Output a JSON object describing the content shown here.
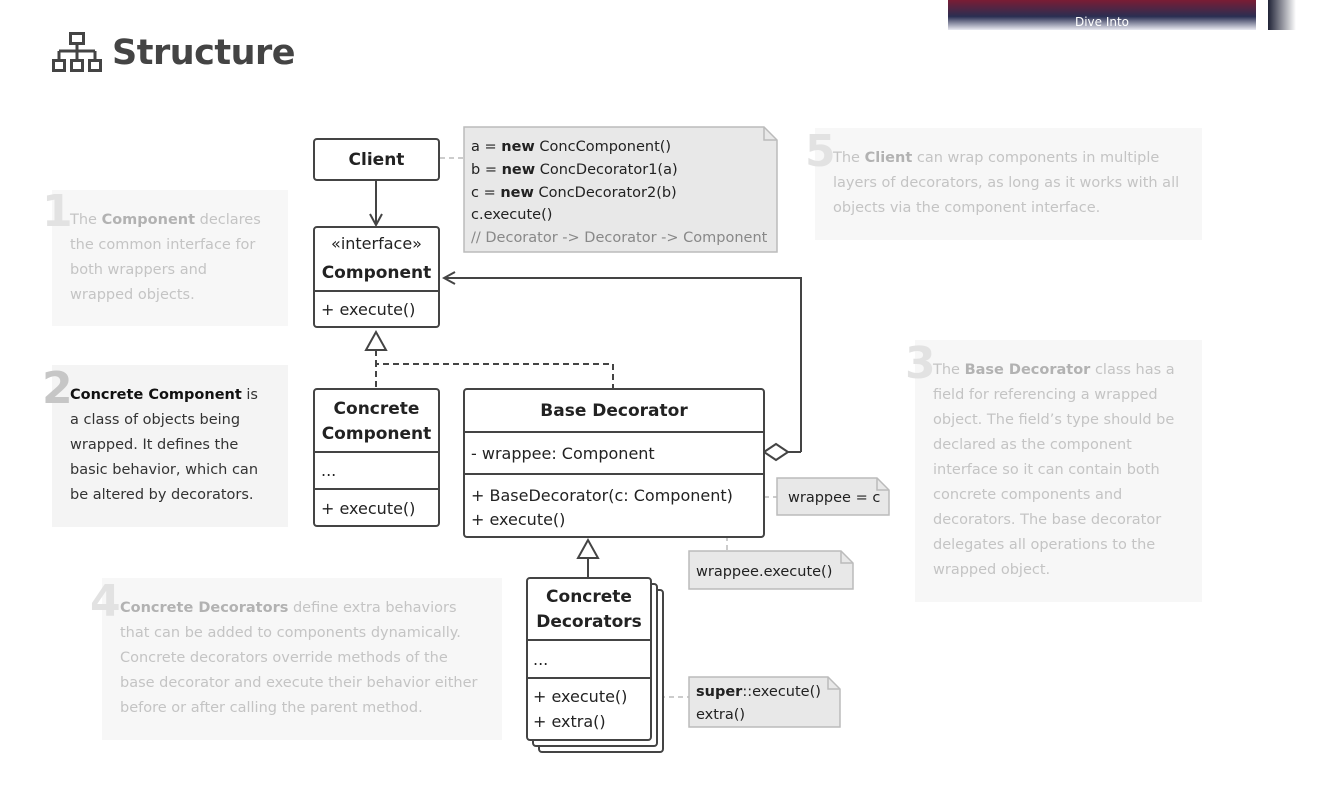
{
  "header": {
    "title": "Structure",
    "icon": "sitemap-icon",
    "banner_label": "Dive Into"
  },
  "notes": [
    {
      "number": "1",
      "lead": "",
      "bold": "Component",
      "pre": "The ",
      "text": " declares the common interface for both wrappers and wrapped objects."
    },
    {
      "number": "2",
      "pre": "",
      "bold": "Concrete Component",
      "text": " is a class of objects being wrapped. It defines the basic behavior, which can be altered by decorators."
    },
    {
      "number": "3",
      "pre": "The ",
      "bold": "Base Decorator",
      "text": " class has a field for referencing a wrapped object. The field’s type should be declared as the component interface so it can contain both concrete components and decorators. The base decorator delegates all operations to the wrapped object."
    },
    {
      "number": "4",
      "pre": "",
      "bold": "Concrete Decorators",
      "text": " define extra behaviors that can be added to components dynamically. Concrete decorators override methods of the base decorator and execute their behavior either before or after calling the parent method."
    },
    {
      "number": "5",
      "pre": "The ",
      "bold": "Client",
      "text": " can wrap components in multiple layers of decorators, as long as it works with all objects via the component interface."
    }
  ],
  "diagram": {
    "client": {
      "name": "Client"
    },
    "component": {
      "stereotype": "«interface»",
      "name": "Component",
      "method": "+ execute()"
    },
    "concrete_component": {
      "name_line1": "Concrete",
      "name_line2": "Component",
      "fields": "...",
      "method": "+ execute()"
    },
    "base_decorator": {
      "name": "Base Decorator",
      "field": "- wrappee: Component",
      "method1": "+ BaseDecorator(c: Component)",
      "method2": "+ execute()"
    },
    "concrete_decorators": {
      "name_line1": "Concrete",
      "name_line2": "Decorators",
      "fields": "...",
      "method1": "+ execute()",
      "method2": "+ extra()"
    },
    "client_note": {
      "lines": [
        {
          "pre": "a = ",
          "kw": "new",
          "post": " ConcComponent()"
        },
        {
          "pre": "b = ",
          "kw": "new",
          "post": " ConcDecorator1(a)"
        },
        {
          "pre": "c = ",
          "kw": "new",
          "post": " ConcDecorator2(b)"
        },
        {
          "pre": "c.execute()",
          "kw": "",
          "post": ""
        }
      ],
      "comment": "// Decorator -> Decorator -> Component"
    },
    "wrappee_note": "wrappee = c",
    "execute_note": "wrappee.execute()",
    "super_note": {
      "kw": "super",
      "line1_rest": "::execute()",
      "line2": "extra()"
    }
  },
  "colors": {
    "note_bg": "#f7f7f7",
    "note_text_inactive": "#c4c4c4",
    "note_text_active": "#333333",
    "uml_border": "#444444",
    "uml_note_bg": "#e8e8e8"
  }
}
